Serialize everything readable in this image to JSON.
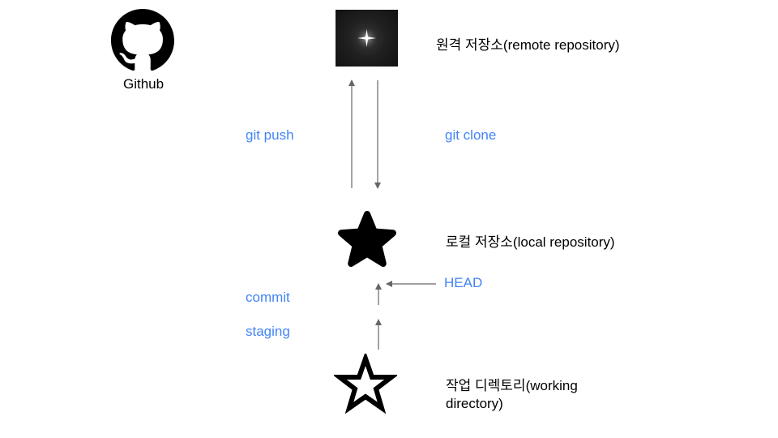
{
  "colors": {
    "accent_text": "#4285f4",
    "arrow": "#666666",
    "icon": "#000000"
  },
  "icons": {
    "github": "github-icon",
    "remote": "sparkle-image",
    "local": "star-filled-icon",
    "working": "star-outline-icon"
  },
  "nodes": {
    "github_label": "Github",
    "remote_label": "원격 저장소(remote repository)",
    "local_label": "로컬 저장소(local repository)",
    "working_label": "작업 디렉토리(working directory)"
  },
  "edges": {
    "git_push": "git push",
    "git_clone": "git clone",
    "commit": "commit",
    "staging": "staging",
    "head": "HEAD"
  }
}
